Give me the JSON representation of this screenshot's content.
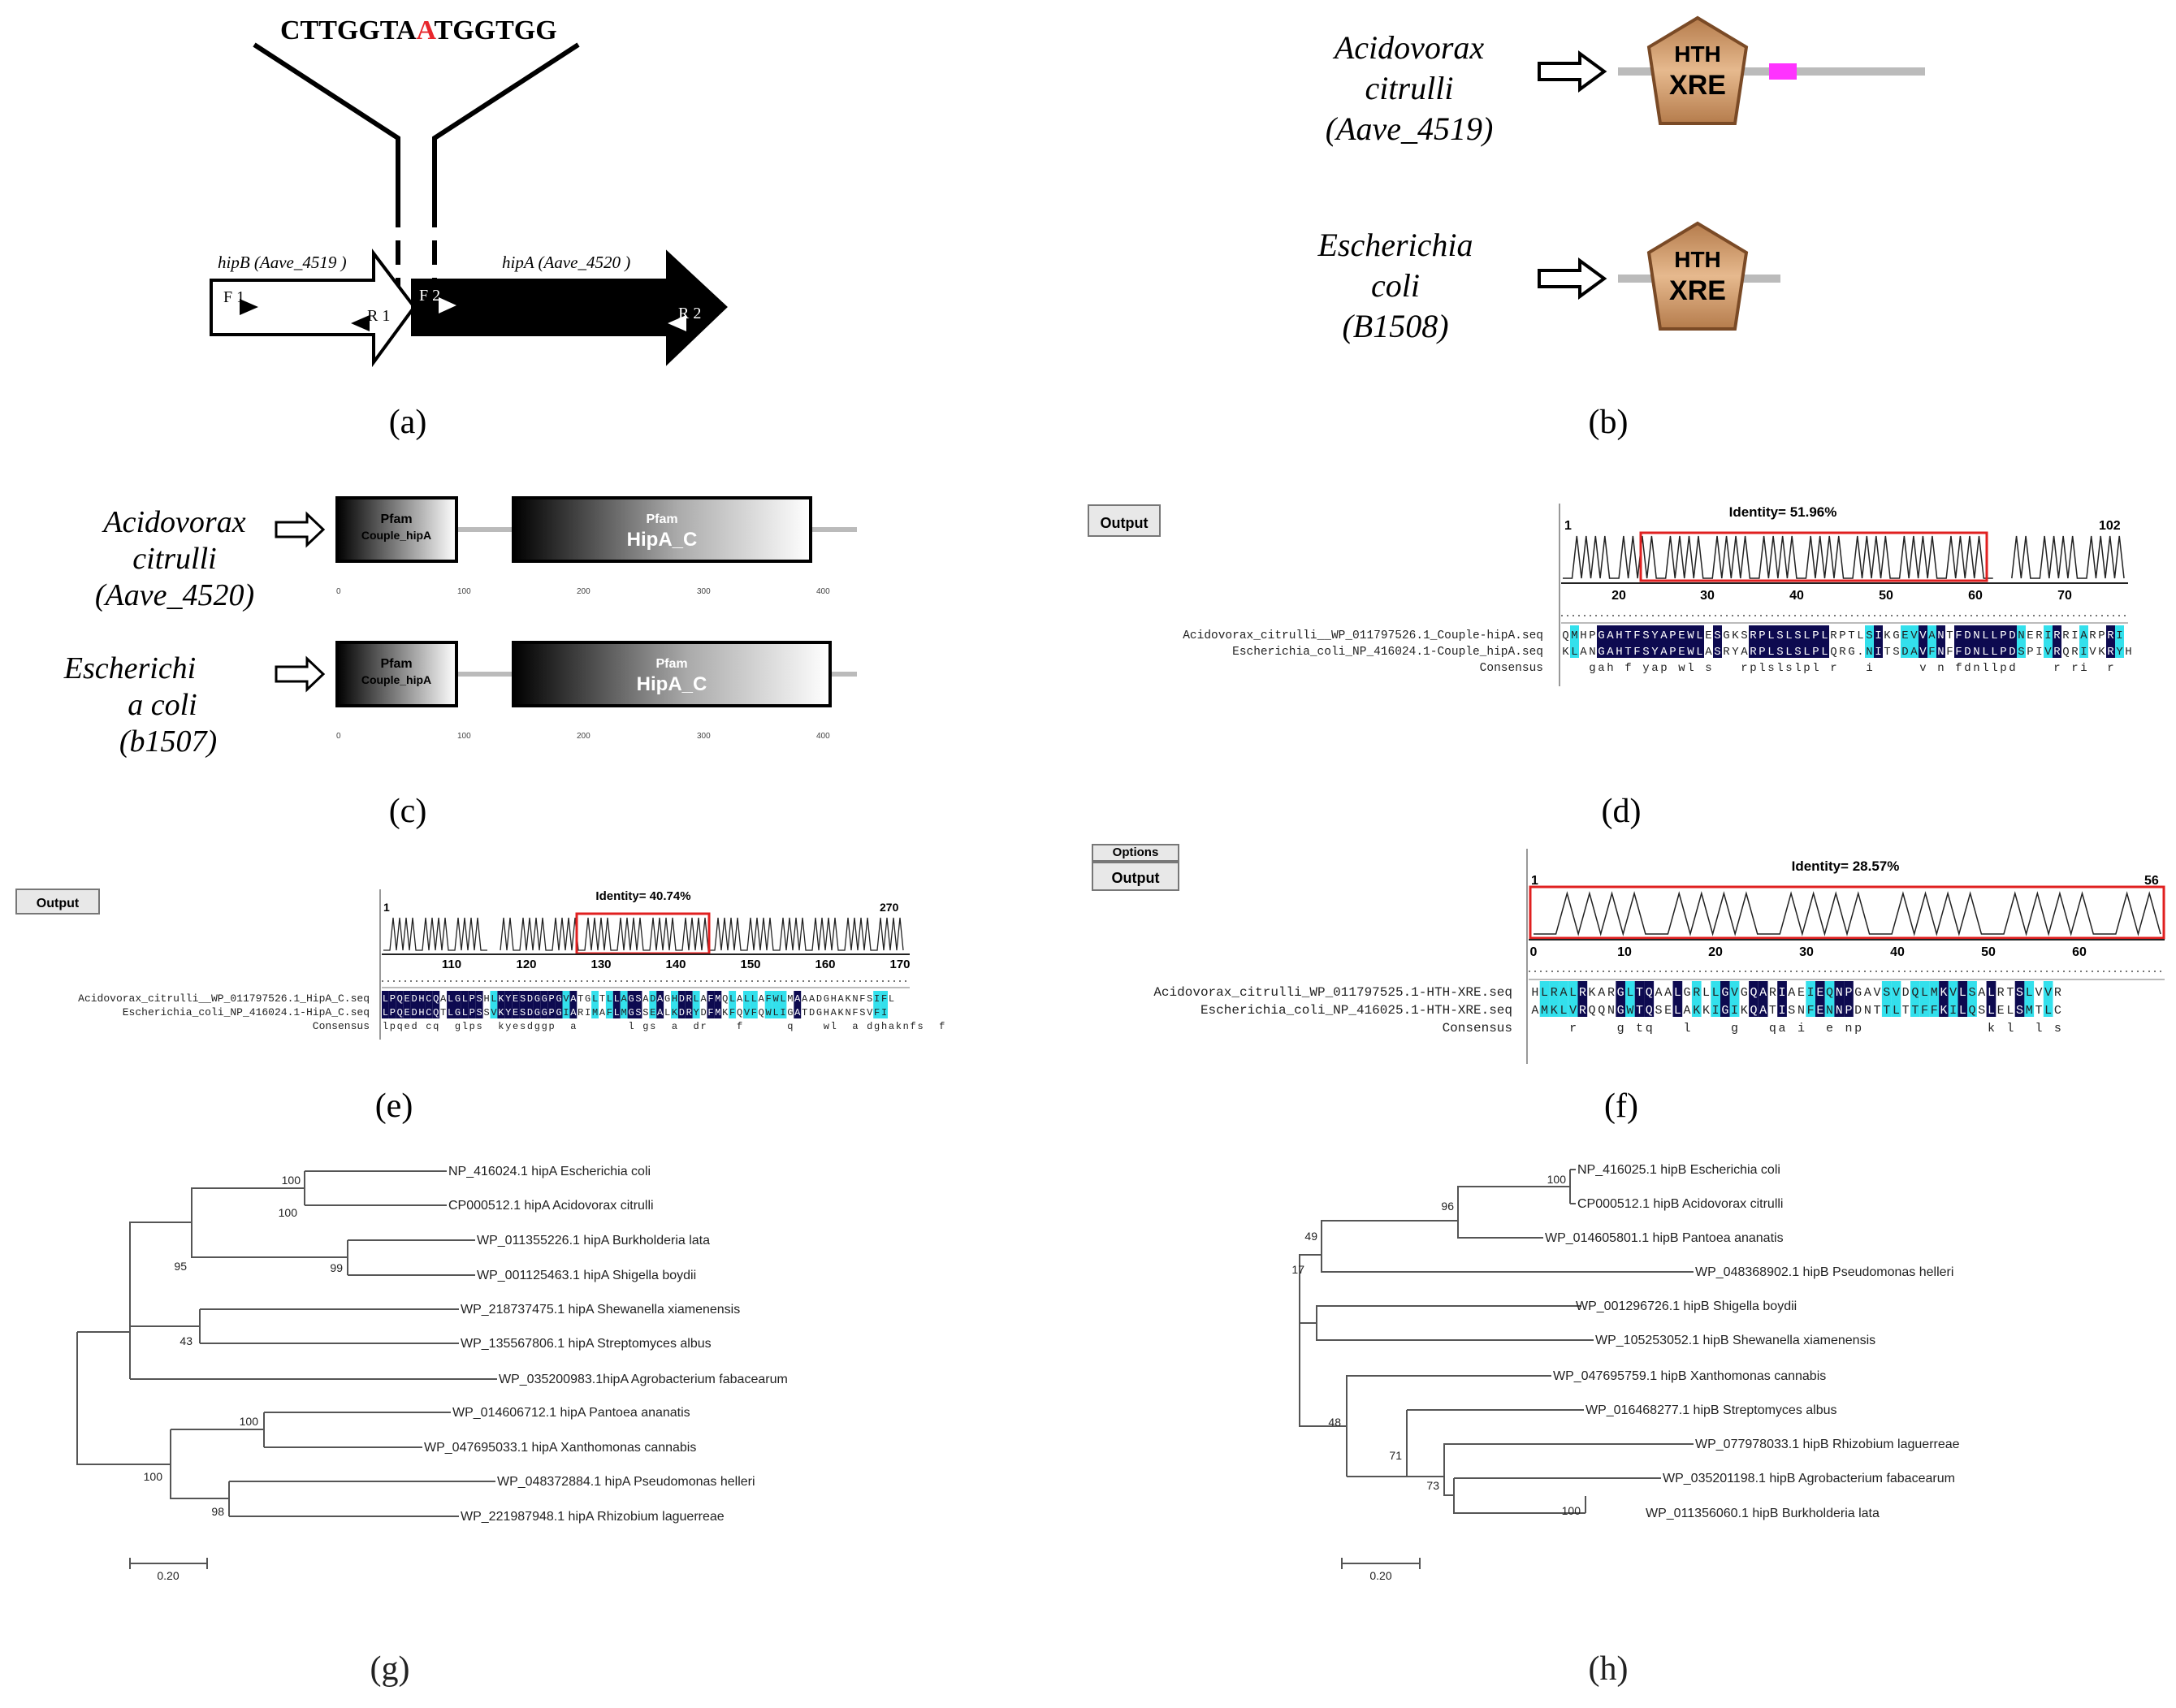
{
  "panels": {
    "a": {
      "label": "(a)",
      "seq_left": "CTTGGTA",
      "seq_mut": "A",
      "seq_right": "TGGTGG",
      "gene1": "hipB (Aave_4519 )",
      "gene2": "hipA (Aave_4520 )",
      "F1": "F 1",
      "R1": "R 1",
      "F2": "F 2",
      "R2": "R 2"
    },
    "b": {
      "label": "(b)",
      "org1": [
        "Acidovorax",
        "citrulli",
        "(Aave_4519)"
      ],
      "org2": [
        "Escherichia",
        "coli",
        "(B1508)"
      ],
      "domain_top": "HTH",
      "domain_bottom": "XRE"
    },
    "c": {
      "label": "(c)",
      "org1": [
        "Acidovorax",
        "citrulli",
        "(Aave_4520)"
      ],
      "org2": [
        "Escherichi",
        "a coli",
        "(b1507)"
      ],
      "pfam": "Pfam",
      "domain1": "Couple_hipA",
      "domain2": "HipA_C",
      "ticks": [
        "0",
        "100",
        "200",
        "300",
        "400"
      ]
    },
    "d": {
      "label": "(d)",
      "button": "Output",
      "identity": "Identity= 51.96%",
      "start": "1",
      "end": "102",
      "ticks": [
        "20",
        "30",
        "40",
        "50",
        "60",
        "70"
      ],
      "rows": [
        {
          "name": "Acidovorax_citrulli__WP_011797526.1_Couple-hipA.seq",
          "seq": "QMHPGAHTFSYAPEWLESGKSRPLSLSLPLRPTLSIKGEVVANTFDNLLPDNERIRRIARPRI"
        },
        {
          "name": "Escherichia_coli_NP_416024.1-Couple_hipA.seq",
          "seq": "KLANGAHTFSYAPEWLASRYARPLSLSLPLQRG.NITSDAVFNFFDNLLPDSPIVRQRIVKRYH"
        },
        {
          "name": "Consensus",
          "seq": "   gah f yap wl s   rplslslpl r   i     v n fdnllpd    r ri  r "
        }
      ]
    },
    "e": {
      "label": "(e)",
      "button": "Output",
      "identity": "Identity= 40.74%",
      "start": "1",
      "end": "270",
      "ticks": [
        "110",
        "120",
        "130",
        "140",
        "150",
        "160",
        "170"
      ],
      "rows": [
        {
          "name": "Acidovorax_citrulli__WP_011797526.1_HipA_C.seq",
          "seq": "LPQEDHCQALGLPSHLKYESDGGPGVATGLTLLAGSADAGHDRLAFMQLALLAFWLMAAADGHAKNFSIFL"
        },
        {
          "name": "Escherichia_coli_NP_416024.1-HipA_C.seq",
          "seq": "LPQEDHCQTLGLPSSVKYESDGGPGIARIMAFLMGSSEALKDRYDFMKFQVFQWLIGATDGHAKNFSVFI"
        },
        {
          "name": "Consensus",
          "seq": "lpqed cq  glps  kyesdggp  a       l gs  a  dr    f      q    wl  a dghaknfs  f"
        }
      ]
    },
    "f": {
      "label": "(f)",
      "button": "Output",
      "button_top": "Options",
      "identity": "Identity= 28.57%",
      "start": "1",
      "end": "56",
      "ticks": [
        "0",
        "10",
        "20",
        "30",
        "40",
        "50",
        "60"
      ],
      "rows": [
        {
          "name": "Acidovorax_citrulli_WP_011797525.1-HTH-XRE.seq",
          "seq": "HLRALRKARGLTQAALGRLLGVGQARIAEIEQNPGAVSVDQLMKVLSALRTSLVVR"
        },
        {
          "name": "Escherichia_coli_NP_416025.1-HTH-XRE.seq",
          "seq": "AMKLVRQQNGWTQSELAKKIGIKQATISNFENNPDNTTLTTFFKILQSLELSMTLC"
        },
        {
          "name": "Consensus",
          "seq": "    r    g tq   l    g   qa i  e np             k l  l s     "
        }
      ]
    },
    "g": {
      "label": "(g)",
      "scale": "0.20",
      "leaves": [
        "NP_416024.1 hipA Escherichia coli",
        "CP000512.1 hipA Acidovorax citrulli",
        "WP_011355226.1 hipA Burkholderia lata",
        "WP_001125463.1 hipA Shigella boydii",
        "WP_218737475.1 hipA Shewanella xiamenensis",
        "WP_135567806.1 hipA Streptomyces albus",
        "WP_035200983.1hipA Agrobacterium fabacearum",
        "WP_014606712.1 hipA Pantoea ananatis",
        "WP_047695033.1 hipA Xanthomonas cannabis",
        "WP_048372884.1 hipA Pseudomonas helleri",
        "WP_221987948.1 hipA Rhizobium laguerreae"
      ],
      "bootstraps": [
        "100",
        "100",
        "99",
        "95",
        "43",
        "100",
        "100",
        "98"
      ]
    },
    "h": {
      "label": "(h)",
      "scale": "0.20",
      "leaves": [
        "NP_416025.1 hipB Escherichia coli",
        "CP000512.1 hipB Acidovorax citrulli",
        "WP_014605801.1 hipB Pantoea ananatis",
        "WP_048368902.1 hipB Pseudomonas helleri",
        "WP_001296726.1 hipB Shigella boydii",
        "WP_105253052.1 hipB  Shewanella xiamenensis",
        "WP_047695759.1 hipB Xanthomonas cannabis",
        "WP_016468277.1 hipB Streptomyces albus",
        "WP_077978033.1 hipB Rhizobium laguerreae",
        "WP_035201198.1 hipB Agrobacterium fabacearum",
        "WP_011356060.1 hipB Burkholderia lata"
      ],
      "bootstraps": [
        "100",
        "96",
        "49",
        "17",
        "48",
        "71",
        "73",
        "100"
      ]
    }
  },
  "colors": {
    "mutation": "#e8262c",
    "domain_fill": "#c8905f",
    "domain_edge": "#7a4a26",
    "motif": "#ff33ff",
    "highlight_box": "#e02020",
    "dark_residue": "#0d0a50",
    "light_residue": "#33e0ec"
  }
}
